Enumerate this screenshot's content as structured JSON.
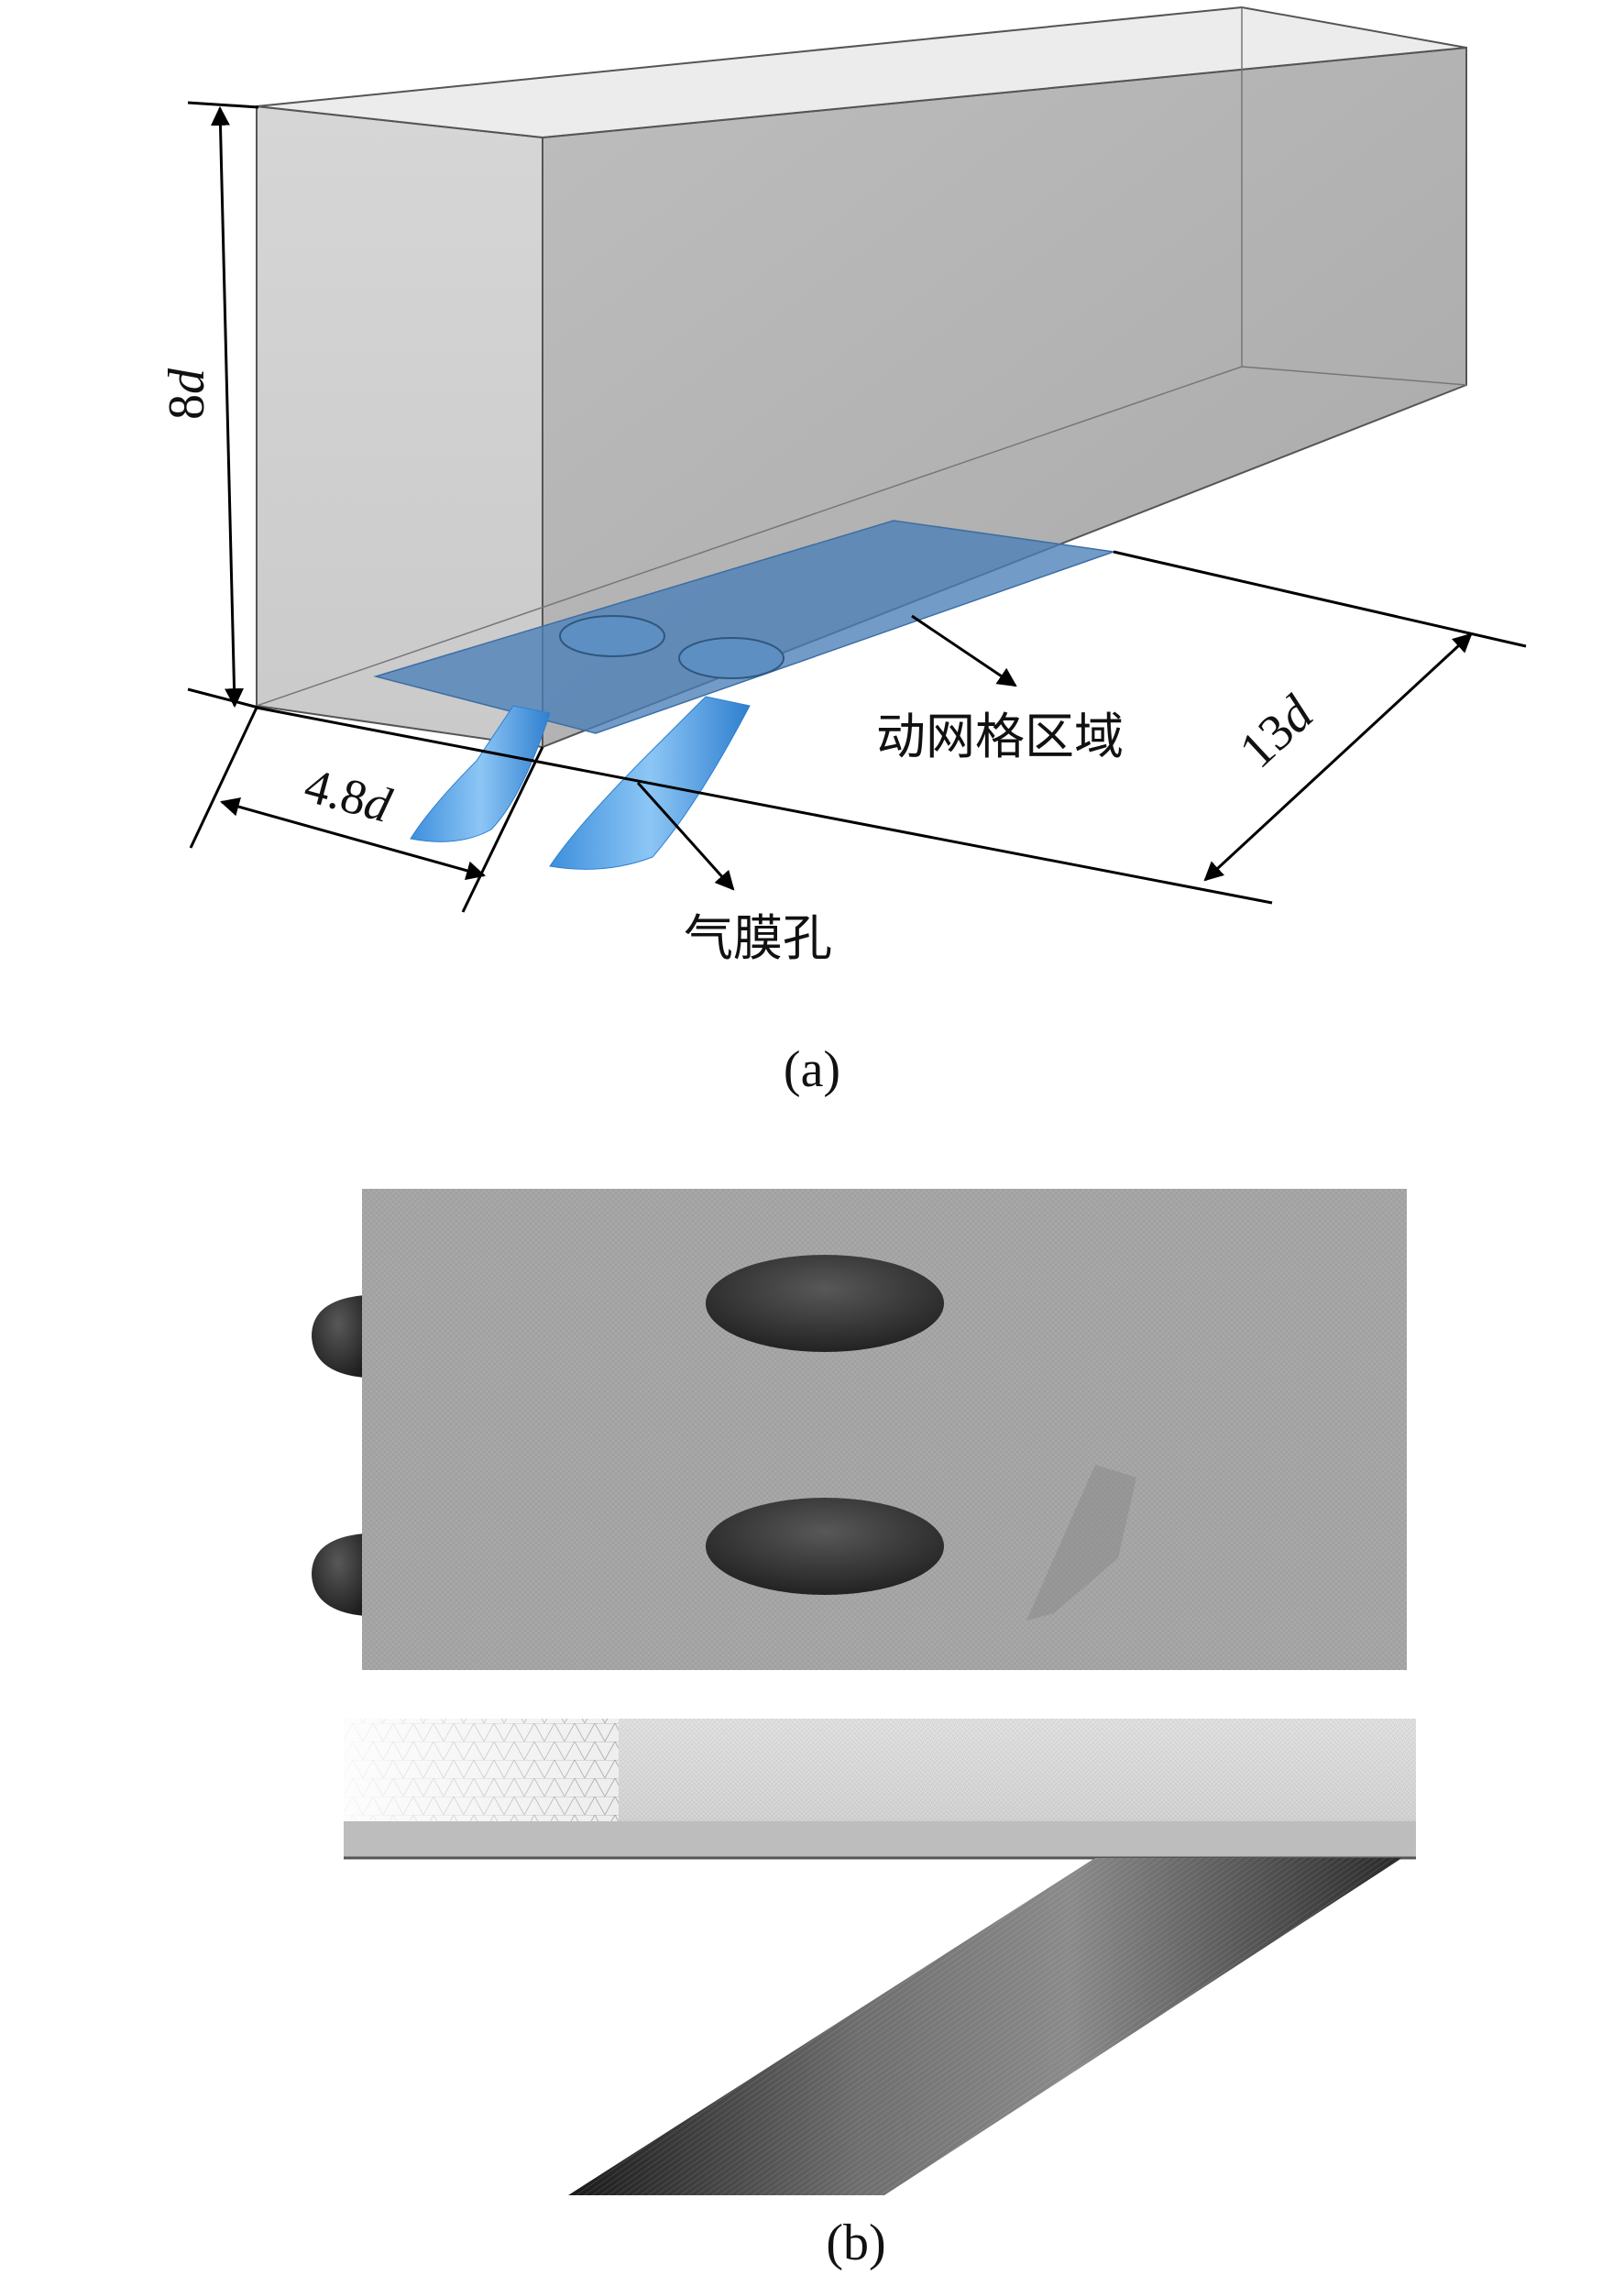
{
  "panel_a": {
    "caption": "(a)",
    "dimensions": {
      "height": {
        "number": "8",
        "var": "d"
      },
      "width": {
        "number": "4.8",
        "var": "d"
      },
      "length": {
        "number": "13",
        "var": "d"
      }
    },
    "labels": {
      "dynamic_mesh_region": "动网格区域",
      "film_hole": "气膜孔"
    },
    "colors": {
      "box_fill": "#c6c6c6",
      "dynamic_mesh_fill": "#4a7fb8",
      "hole_fill": "#5aa5e8",
      "line": "#000000"
    }
  },
  "panel_b": {
    "caption": "(b)",
    "colors": {
      "mesh_gray": "#a9a9a9",
      "hole_dark": "#3a3a3a",
      "side_mesh": "#dcdcdc"
    }
  }
}
